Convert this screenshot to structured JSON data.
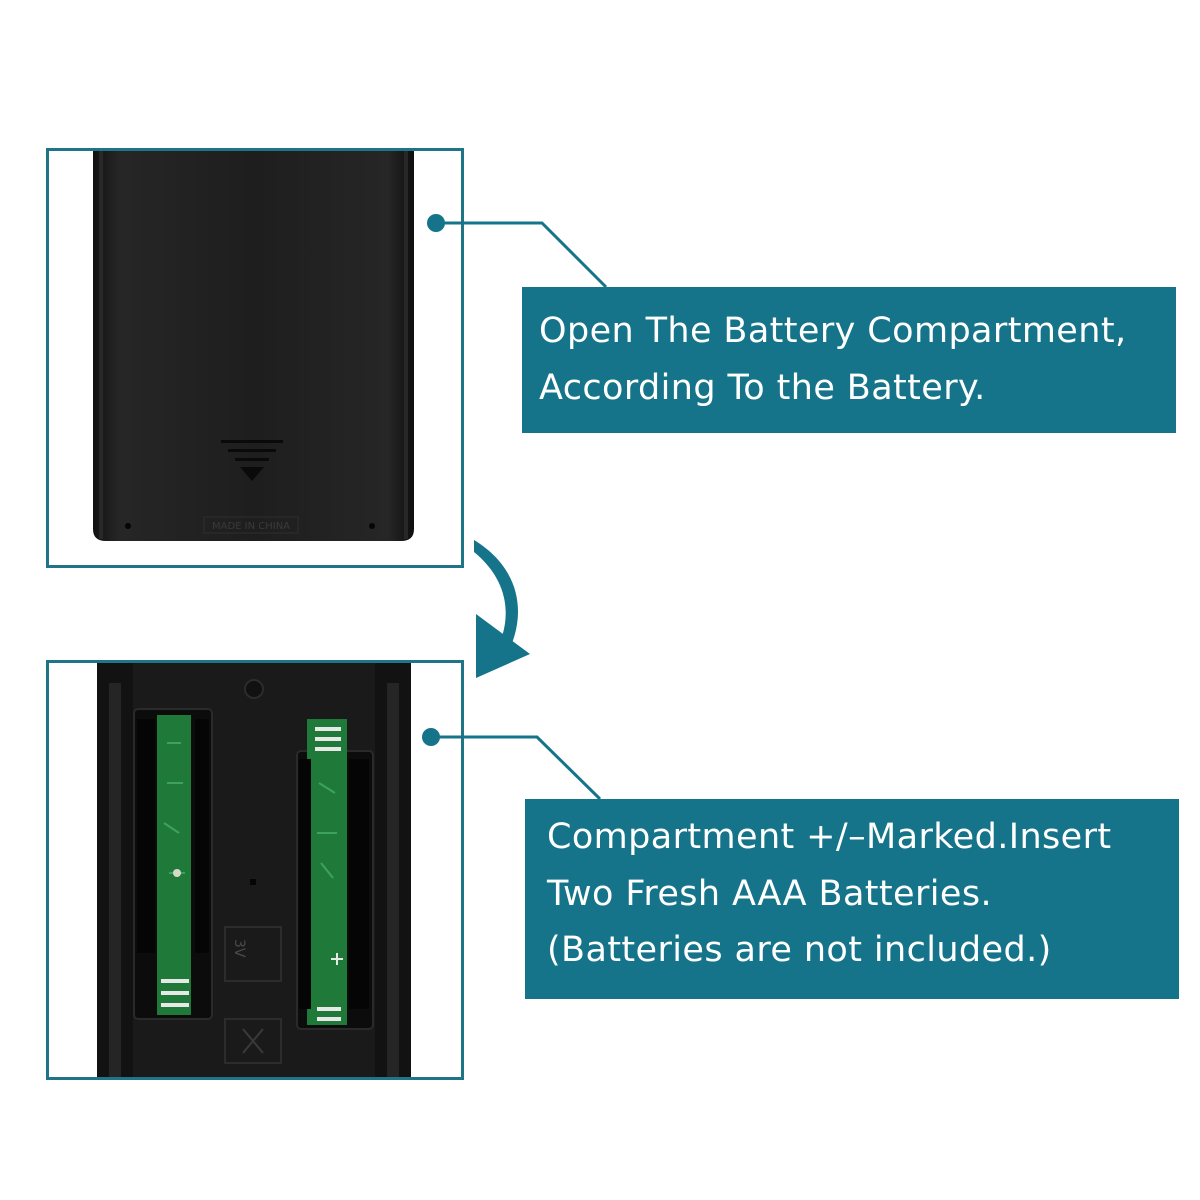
{
  "colors": {
    "accent": "#157489",
    "frame": "#1f7586",
    "device": "#1c1c1c",
    "pcb": "#1f7a3a"
  },
  "steps": [
    {
      "image": "remote-back-battery-cover",
      "cover_text": "MADE IN CHINA",
      "lines": [
        "Open The Battery Compartment,",
        "According To the Battery."
      ]
    },
    {
      "image": "open-battery-compartment",
      "label_text": "3V",
      "lines": [
        "Compartment +/–Marked.Insert",
        "Two Fresh AAA Batteries.",
        "(Batteries are not included.)"
      ]
    }
  ],
  "arrow_icon": "curved-arrow-down-icon"
}
